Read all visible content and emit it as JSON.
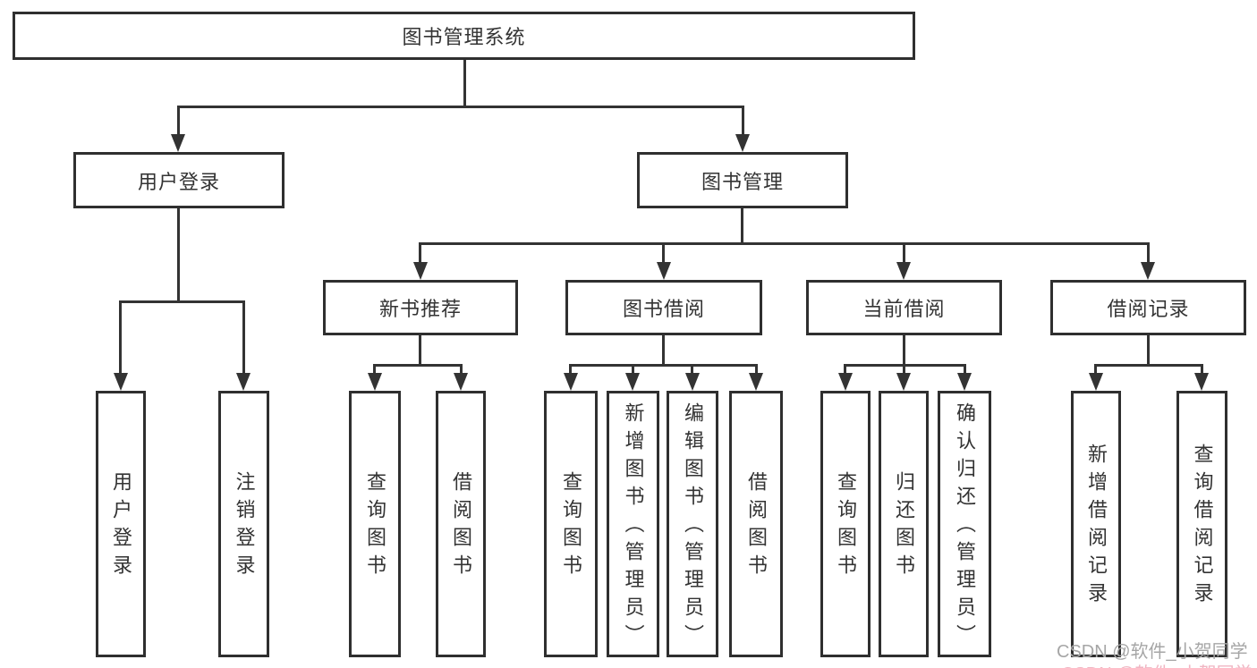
{
  "nodes": {
    "root": {
      "label": "图书管理系统"
    },
    "level2": [
      {
        "label": "用户登录"
      },
      {
        "label": "图书管理"
      }
    ],
    "level3": [
      {
        "label": "新书推荐"
      },
      {
        "label": "图书借阅"
      },
      {
        "label": "当前借阅"
      },
      {
        "label": "借阅记录"
      }
    ],
    "leaves": [
      {
        "label": "用户登录"
      },
      {
        "label": "注销登录"
      },
      {
        "label": "查询图书"
      },
      {
        "label": "借阅图书"
      },
      {
        "label": "查询图书"
      },
      {
        "label": "新增图书（管理员）"
      },
      {
        "label": "编辑图书（管理员）"
      },
      {
        "label": "借阅图书"
      },
      {
        "label": "查询图书"
      },
      {
        "label": "归还图书"
      },
      {
        "label": "确认归还（管理员）"
      },
      {
        "label": "新增借阅记录"
      },
      {
        "label": "查询借阅记录"
      }
    ]
  },
  "watermark": {
    "text": "CSDN @软件_小贺同学"
  },
  "colors": {
    "line": "#333333",
    "box_border": "#2f2f2f",
    "text": "#333333",
    "background": "#ffffff",
    "watermark_gray": "#a6a6a6",
    "watermark_pink": "#f0b6c3"
  }
}
